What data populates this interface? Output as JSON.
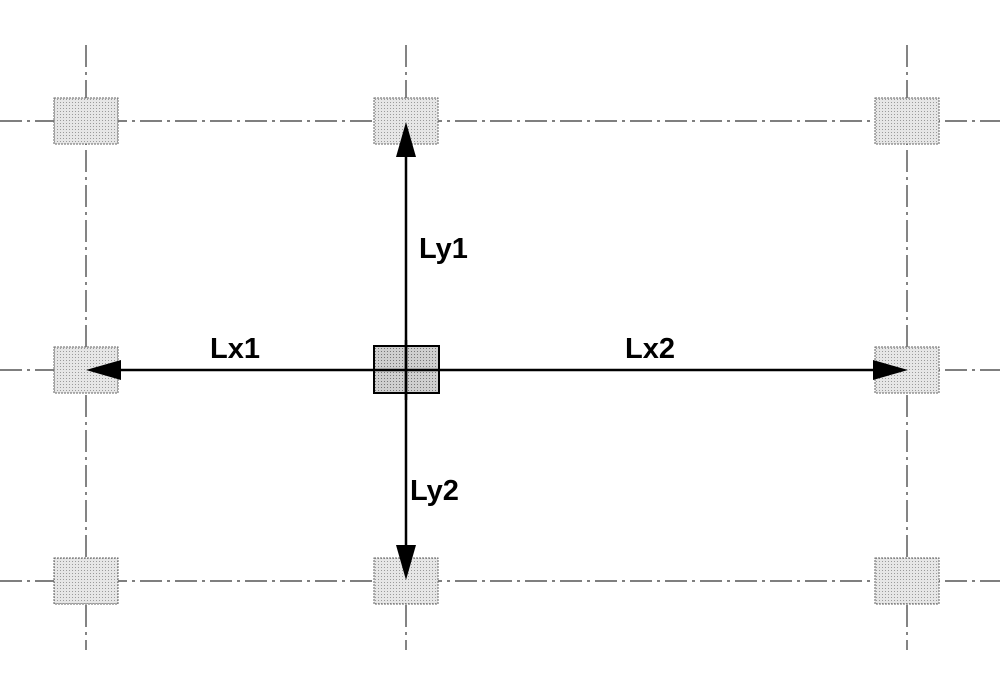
{
  "labels": {
    "ly1": "Ly1",
    "ly2": "Ly2",
    "lx1": "Lx1",
    "lx2": "Lx2"
  },
  "colors": {
    "line": "#000000",
    "column_fill": "#d9d9d9"
  }
}
